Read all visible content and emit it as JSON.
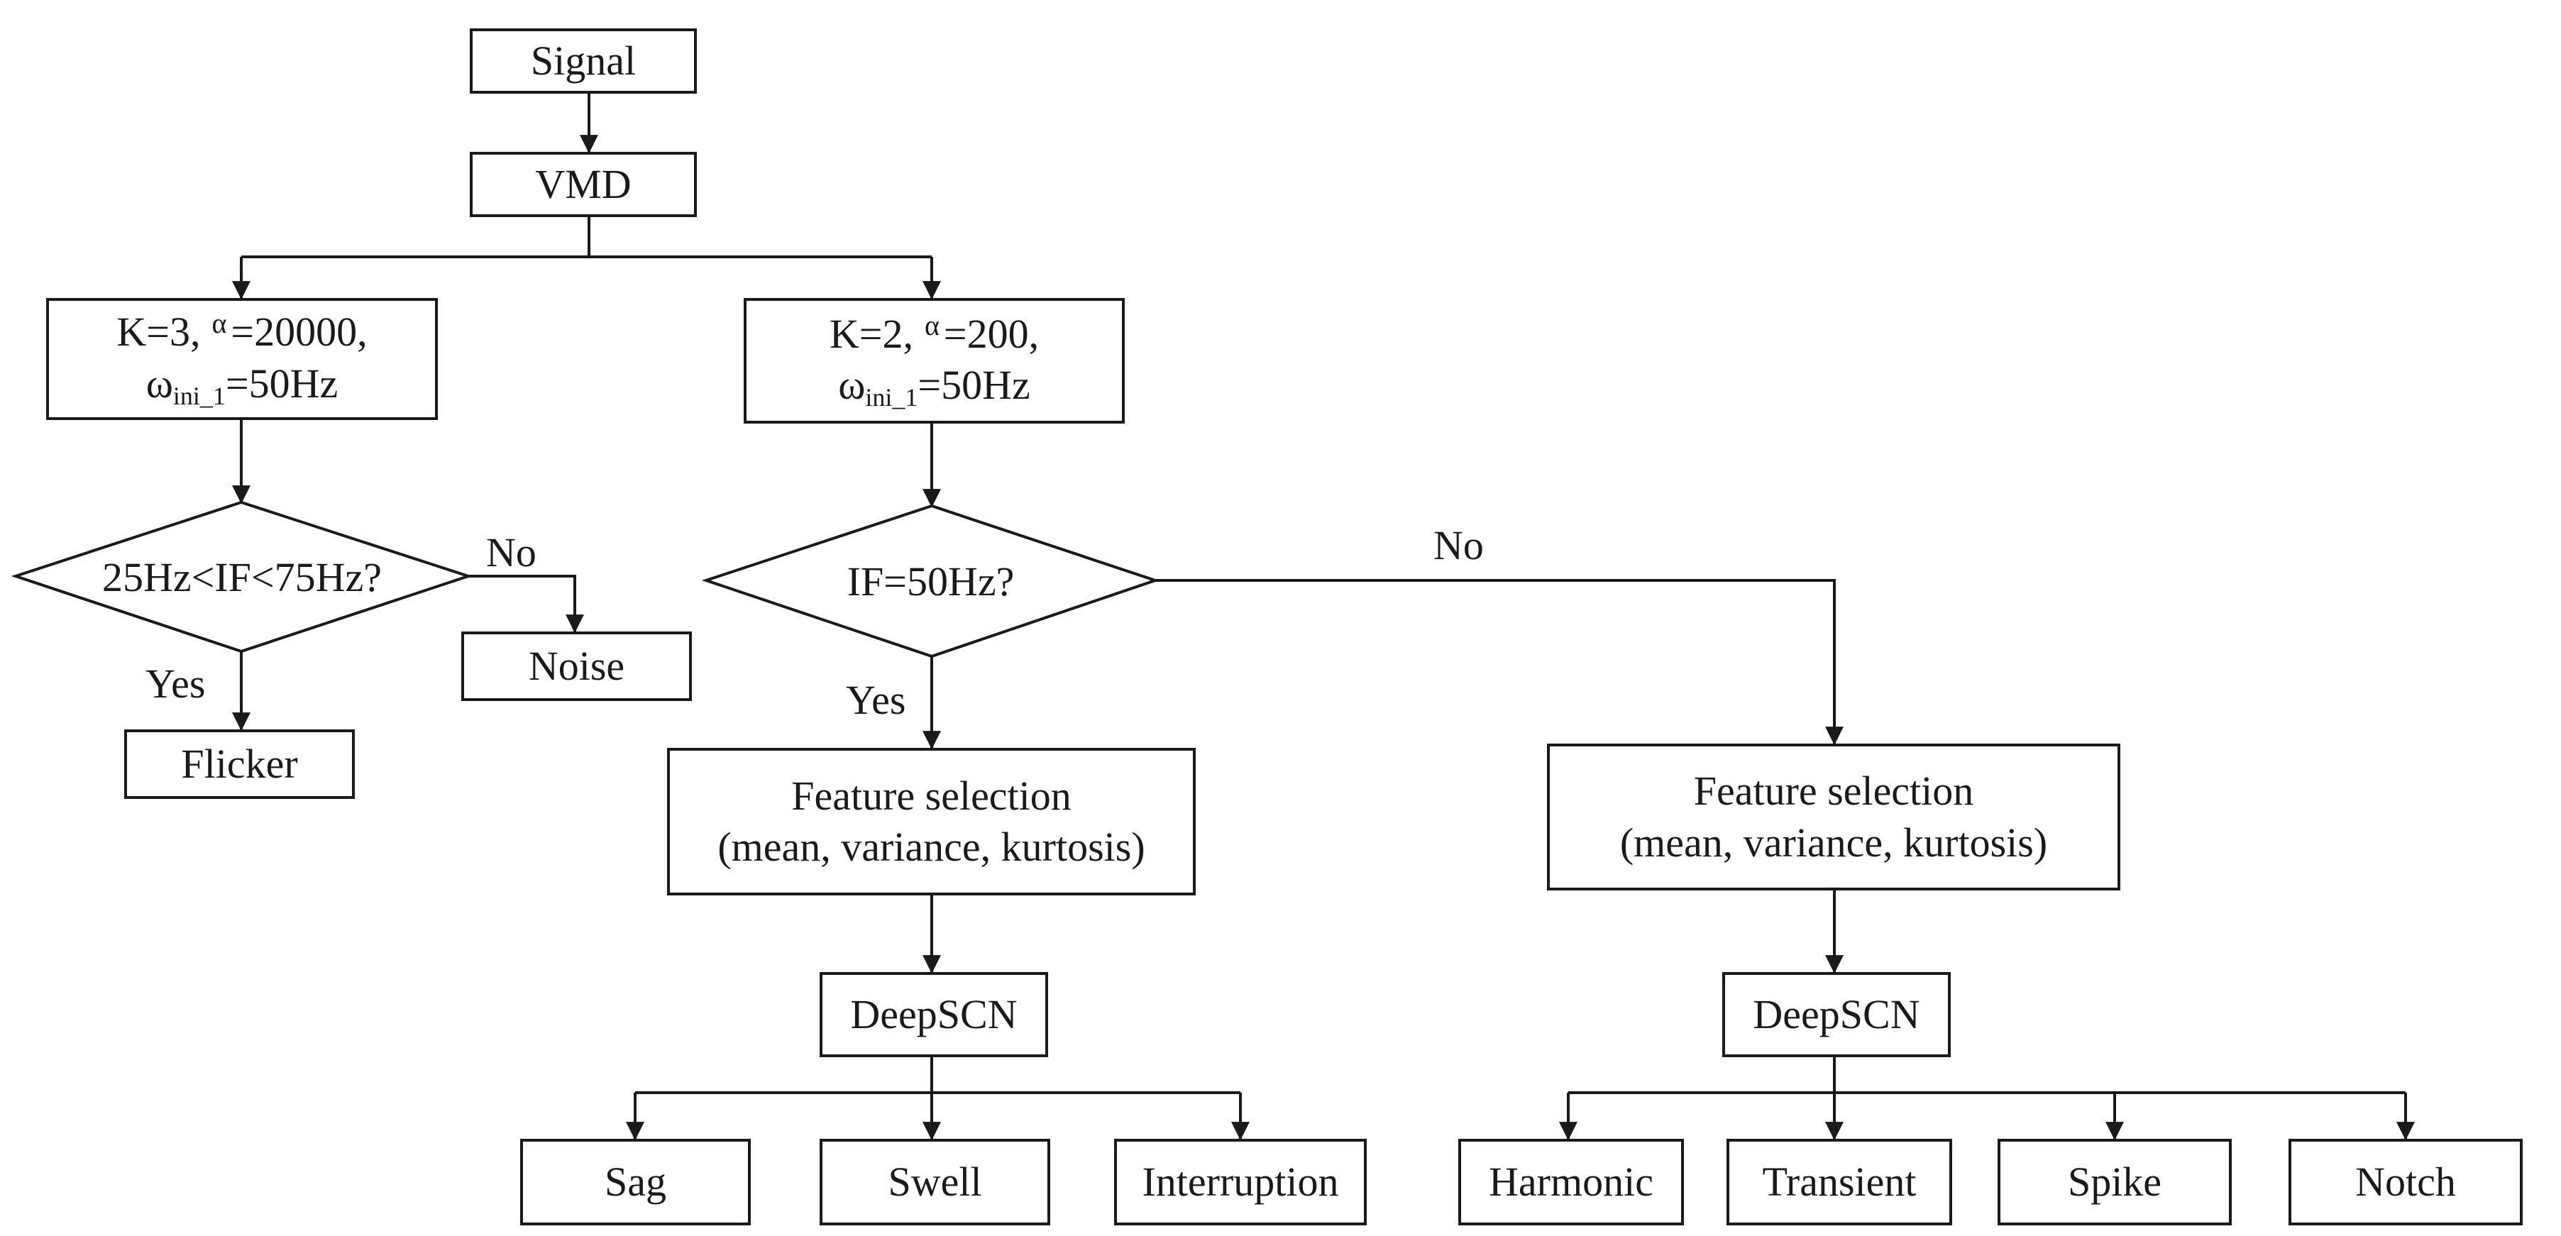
{
  "nodes": {
    "signal": "Signal",
    "vmd": "VMD",
    "left_params_line1_a": "K=3,",
    "left_params_alpha": "α",
    "left_params_line1_b": "=20000,",
    "left_params_omega": "ω",
    "left_params_sub": "ini_1",
    "left_params_line2_b": "=50Hz",
    "right_params_line1_a": "K=2,",
    "right_params_alpha": "α",
    "right_params_line1_b": "=200,",
    "right_params_omega": "ω",
    "right_params_sub": "ini_1",
    "right_params_line2_b": "=50Hz",
    "decision_left": "25Hz<IF<75Hz?",
    "decision_right": "IF=50Hz?",
    "noise": "Noise",
    "flicker": "Flicker",
    "feature_left_line1": "Feature selection",
    "feature_left_line2": "(mean, variance, kurtosis)",
    "feature_right_line1": "Feature selection",
    "feature_right_line2": "(mean, variance, kurtosis)",
    "deepscn_left": "DeepSCN",
    "deepscn_right": "DeepSCN",
    "out_sag": "Sag",
    "out_swell": "Swell",
    "out_interruption": "Interruption",
    "out_harmonic": "Harmonic",
    "out_transient": "Transient",
    "out_spike": "Spike",
    "out_notch": "Notch"
  },
  "labels": {
    "left_no": "No",
    "left_yes": "Yes",
    "right_no": "No",
    "right_yes": "Yes"
  },
  "colors": {
    "stroke": "#1a1a1a",
    "background": "#ffffff"
  }
}
